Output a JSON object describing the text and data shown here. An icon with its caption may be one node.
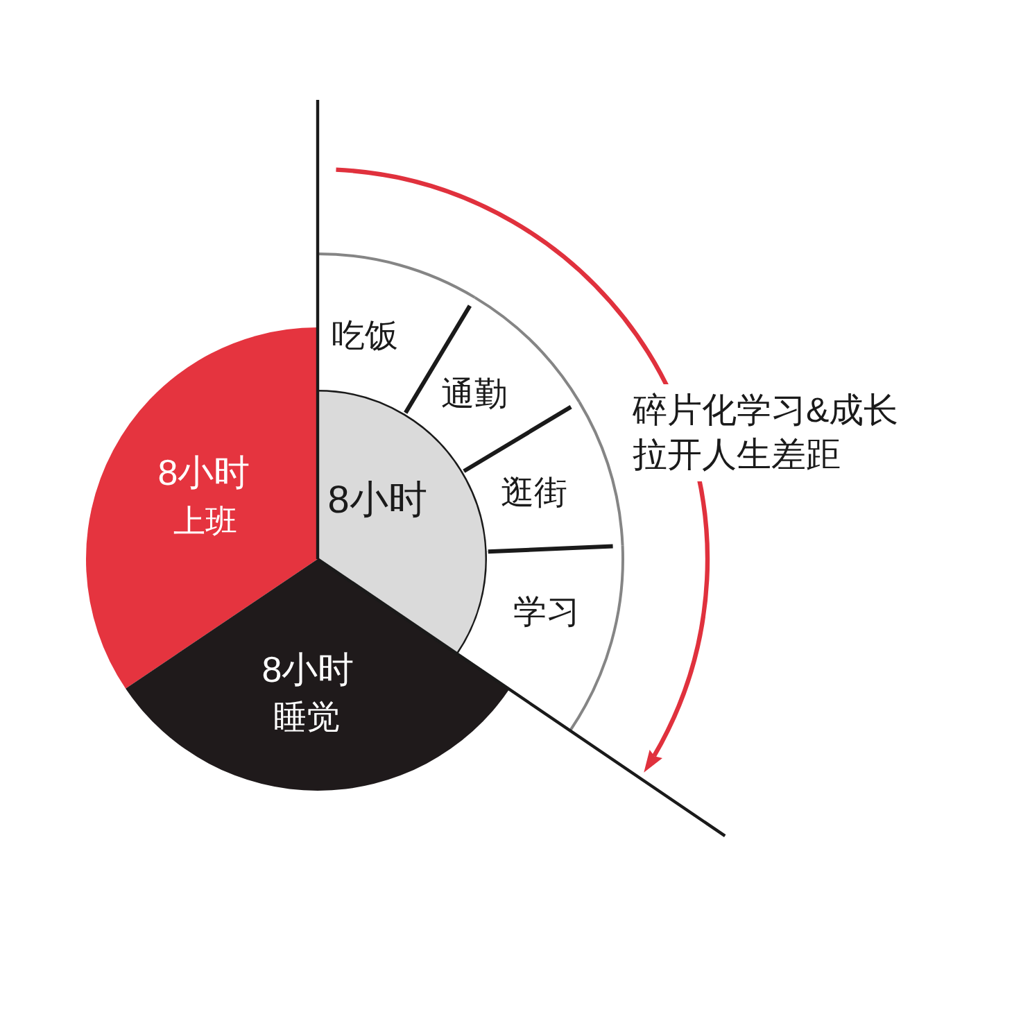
{
  "diagram": {
    "nodes": [
      {
        "text": [
          "8小时",
          "上班"
        ]
      },
      {
        "text": [
          "8小时"
        ]
      },
      {
        "text": [
          "8小时",
          "睡觉"
        ]
      },
      {
        "text": [
          "吃饭"
        ]
      },
      {
        "text": [
          "通勤"
        ]
      },
      {
        "text": [
          "逛街"
        ]
      },
      {
        "text": [
          "学习"
        ]
      }
    ],
    "labels": [
      "碎片化学习&成长拉开人生差距"
    ]
  }
}
